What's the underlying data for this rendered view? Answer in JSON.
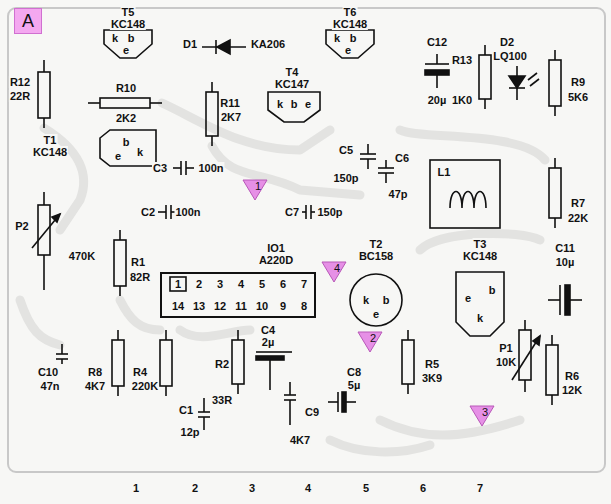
{
  "diagram": {
    "nodes": [
      {
        "text": [
          "A"
        ]
      },
      {
        "text": [
          "1"
        ]
      },
      {
        "text": [
          "4"
        ]
      },
      {
        "text": [
          "1",
          "2",
          "3",
          "4",
          "5",
          "6",
          "7",
          "14",
          "13",
          "12",
          "11",
          "10",
          "9",
          "8"
        ]
      },
      {
        "text": [
          "2"
        ]
      },
      {
        "text": [
          "3"
        ]
      }
    ],
    "labels": [
      "T5",
      "KC148",
      "k",
      "b",
      "e",
      "D1",
      "KA206",
      "T6",
      "KC148",
      "k",
      "b",
      "e",
      "R12",
      "22R",
      "R10",
      "2K2",
      "R11",
      "2K7",
      "T4",
      "KC147",
      "k",
      "b",
      "e",
      "C12",
      "20µ",
      "R13",
      "1K0",
      "D2",
      "LQ100",
      "R9",
      "5K6",
      "T1",
      "KC148",
      "b",
      "k",
      "e",
      "C3",
      "100n",
      "C5",
      "150p",
      "C6",
      "47p",
      "L1",
      "R7",
      "22K",
      "C2",
      "100n",
      "C7",
      "150p",
      "P2",
      "470K",
      "R1",
      "82R",
      "IO1",
      "A220D",
      "T2",
      "BC158",
      "k",
      "b",
      "e",
      "T3",
      "KC148",
      "b",
      "e",
      "k",
      "C11",
      "10µ",
      "C10",
      "47n",
      "R8",
      "4K7",
      "R4",
      "220K",
      "C1",
      "12p",
      "R2",
      "33R",
      "C4",
      "2µ",
      "C9",
      "4K7",
      "C8",
      "5µ",
      "R5",
      "3K9",
      "P1",
      "10K",
      "R6",
      "12K",
      "1",
      "2",
      "3",
      "4",
      "5",
      "6",
      "7"
    ]
  }
}
